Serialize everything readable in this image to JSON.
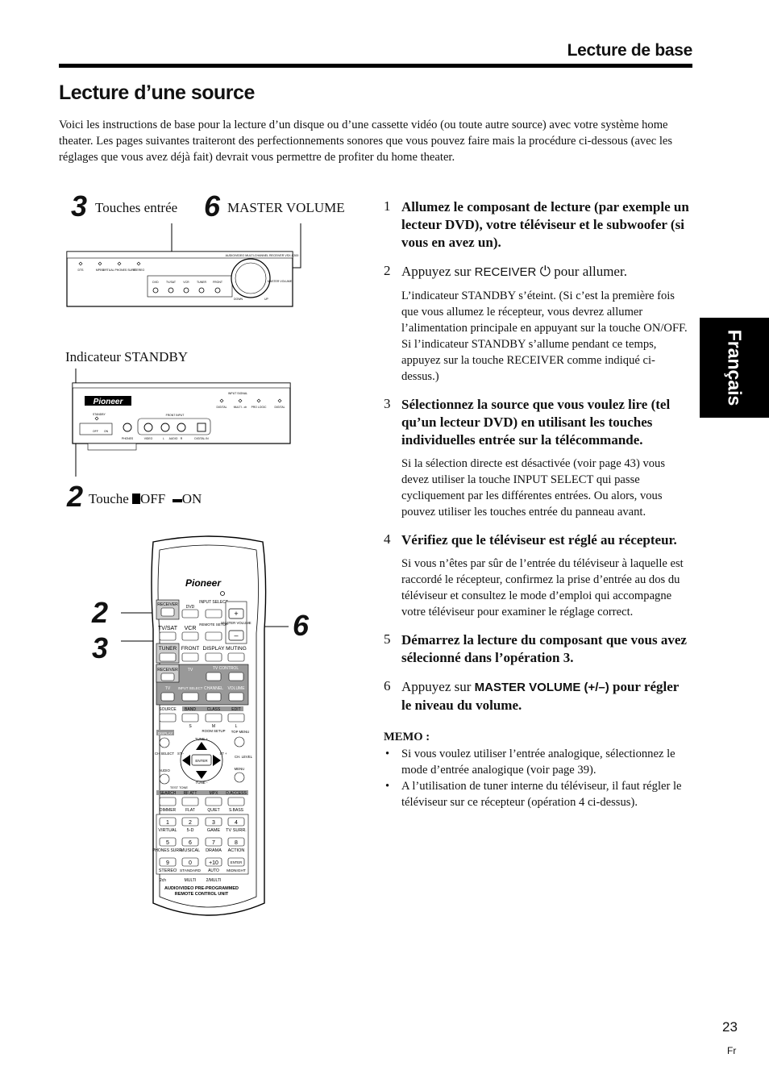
{
  "header": {
    "section": "Lecture de base",
    "title": "Lecture d’une source"
  },
  "intro": "Voici les instructions de base pour la lecture d’un disque ou d’une cassette vidéo (ou toute autre source) avec votre système home theater. Les pages suivantes traiteront des perfectionnements sonores que vous pouvez faire mais la procédure ci-dessous (avec les réglages que vous avez déjà fait) devrait vous permettre de profiter du home theater.",
  "lang_tab": "Français",
  "figure": {
    "callout_3_num": "3",
    "callout_3_label": "Touches entrée",
    "callout_6_num": "6",
    "callout_6_label": "MASTER VOLUME",
    "standby_label": "Indicateur STANDBY",
    "callout_2_num": "2",
    "callout_2_label_a": "Touche ",
    "callout_2_off": "OFF",
    "callout_2_on": "ON",
    "remote_2": "2",
    "remote_3": "3",
    "remote_6": "6",
    "front_panel": {
      "model": "AUDIO/VIDEO MULTI-CHANNEL RECEIVER VSX-C300",
      "indicators": [
        "DTS",
        "MPEG",
        "VIRTUAL PHONES SURR.",
        "STEREO"
      ],
      "inputs": [
        "DVD",
        "TV/SAT",
        "VCR",
        "TUNER",
        "FRONT"
      ],
      "master_volume": "MASTER VOLUME",
      "down": "DOWN",
      "up": "UP"
    },
    "dvd_panel": {
      "brand": "Pioneer",
      "standby": "STANDBY",
      "off": "OFF",
      "on": "ON",
      "input_signal": "INPUT SIGNAL",
      "signals": [
        "DIGITAL",
        "MULTI - ch",
        "PRO LOGIC",
        "DIGITAL"
      ],
      "front_input": "FRONT INPUT",
      "jacks": [
        "PHONES",
        "VIDEO",
        "L",
        "AUDIO",
        "R",
        "DIGITAL IN"
      ]
    },
    "remote": {
      "brand": "Pioneer",
      "row1": [
        "RECEIVER",
        "DVD",
        "INPUT SELECT"
      ],
      "row2": [
        "TV/SAT",
        "VCR",
        "REMOTE SETUP",
        "MASTER VOLUME"
      ],
      "row3": [
        "TUNER",
        "FRONT",
        "DISPLAY",
        "MUTING"
      ],
      "row4": [
        "RECEIVER",
        "TV",
        "TV CONTROL"
      ],
      "row5": [
        "TV",
        "INPUT SELECT",
        "CHANNEL",
        "VOLUME"
      ],
      "row6": [
        "SOURCE",
        "BAND",
        "CLASS",
        "EDIT"
      ],
      "row7": [
        "S",
        "M",
        "L",
        "ROOM SETUP",
        "TOP MENU"
      ],
      "nav": [
        "DISPLAY",
        "TUNE +",
        "CH SELECT",
        "ST -",
        "ENTER",
        "ST +",
        "CH. LEVEL",
        "AUDIO",
        "MENU",
        "TUNE -",
        "TEST TONE"
      ],
      "row8": [
        "SEARCH",
        "RF ATT",
        "MPX",
        "D.ACCESS"
      ],
      "row9": [
        "DIMMER",
        "FLAT",
        "QUIET",
        "S.BASS"
      ],
      "nums1": [
        "1",
        "2",
        "3",
        "4"
      ],
      "modes1": [
        "VIRTUAL",
        "5-D",
        "GAME",
        "TV SURR."
      ],
      "nums2": [
        "5",
        "6",
        "7",
        "8"
      ],
      "modes2": [
        "PHONES SURR.",
        "MUSICAL",
        "DRAMA",
        "ACTION"
      ],
      "nums3": [
        "9",
        "0",
        "+10",
        "ENTER"
      ],
      "modes3": [
        "STEREO",
        "STANDARD",
        "AUTO",
        "MIDNIGHT"
      ],
      "modes4": [
        "2ch",
        "MULTI",
        "2/MULTI"
      ],
      "footer1": "AUDIO/VIDEO PRE-PROGRAMMED",
      "footer2": "REMOTE CONTROL UNIT"
    }
  },
  "steps": [
    {
      "num": "1",
      "title": "Allumez le composant de lecture (par exemple un lecteur DVD), votre téléviseur et le subwoofer (si vous en avez un)."
    },
    {
      "num": "2",
      "title_a": "Appuyez sur ",
      "title_key": "RECEIVER",
      "title_b": " pour allumer.",
      "body": "L’indicateur STANDBY s’éteint. (Si c’est la première fois que vous allumez le récepteur, vous devrez allumer l’alimentation principale en appuyant sur la touche ON/OFF. Si l’indicateur STANDBY s’allume pendant ce temps, appuyez sur la touche RECEIVER comme indiqué ci-dessus.)"
    },
    {
      "num": "3",
      "title": "Sélectionnez la source que vous voulez lire (tel qu’un lecteur DVD) en utilisant les touches individuelles entrée sur la télécommande.",
      "body": "Si la sélection directe est désactivée (voir page 43) vous devez utiliser la touche INPUT SELECT qui passe cycliquement par les différentes entrées. Ou alors, vous pouvez utiliser les touches entrée du panneau avant."
    },
    {
      "num": "4",
      "title": "Vérifiez que le téléviseur est réglé au récepteur.",
      "body": "Si vous n’êtes par sûr de l’entrée du téléviseur à laquelle est raccordé le récepteur, confirmez la prise d’entrée au dos du téléviseur et consultez le mode d’emploi qui accompagne votre téléviseur pour examiner le réglage correct."
    },
    {
      "num": "5",
      "title": "Démarrez la lecture du composant que vous avez sélecionné dans l’opération 3."
    },
    {
      "num": "6",
      "title_a": "Appuyez sur ",
      "title_key": "MASTER VOLUME (+/–)",
      "title_b": " pour régler le niveau du volume."
    }
  ],
  "memo": {
    "title": "MEMO :",
    "items": [
      "Si vous voulez utiliser l’entrée analogique, sélectionnez le mode d’entrée analogique (voir page 39).",
      "A l’utilisation de tuner interne du téléviseur, il faut régler le téléviseur sur ce récepteur (opération 4 ci-dessus)."
    ]
  },
  "footer": {
    "page": "23",
    "lang": "Fr"
  }
}
